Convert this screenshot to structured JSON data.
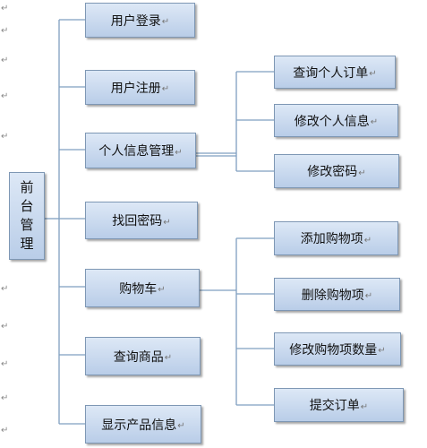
{
  "root": {
    "label": "前台管理",
    "chars": [
      "前",
      "台",
      "管",
      "理"
    ]
  },
  "return_mark": "↵",
  "modules": [
    {
      "label": "用户登录",
      "children": []
    },
    {
      "label": "用户注册",
      "children": []
    },
    {
      "label": "个人信息管理",
      "children": [
        "查询个人订单",
        "修改个人信息",
        "修改密码"
      ]
    },
    {
      "label": "找回密码",
      "children": []
    },
    {
      "label": "购物车",
      "children": [
        "添加购物项",
        "删除购物项",
        "修改购物项数量",
        "提交订单"
      ]
    },
    {
      "label": "查询商品",
      "children": []
    },
    {
      "label": "显示产品信息",
      "children": []
    }
  ],
  "colors": {
    "box_top": "#dde8f6",
    "box_bottom": "#b9cde8",
    "border": "#7e97b4",
    "line": "#7f9fc0"
  }
}
